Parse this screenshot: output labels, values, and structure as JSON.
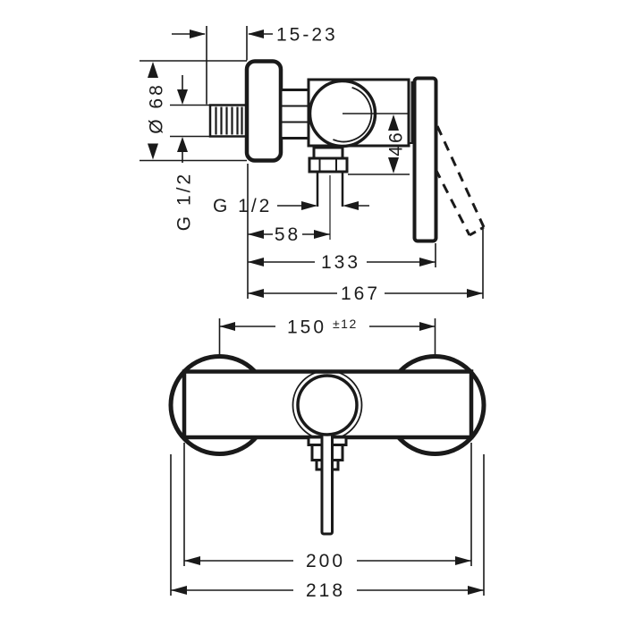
{
  "diagram": {
    "kind": "shower-mixer-installation-drawing",
    "colors": {
      "line": "#1a1a1a",
      "background": "#ffffff"
    },
    "side_view": {
      "wall_clearance": "15-23",
      "escutcheon_diameter": "Ø 68",
      "inlet_thread": "G 1/2",
      "outlet_thread": "G 1/2",
      "center_to_outlet": "46",
      "wall_to_outlet_center": "58",
      "depth_to_handle": "133",
      "max_depth_handle_open": "167"
    },
    "front_view": {
      "connection_distance": "150",
      "connection_tolerance": "±12",
      "body_width": "200",
      "overall_width": "218"
    }
  }
}
